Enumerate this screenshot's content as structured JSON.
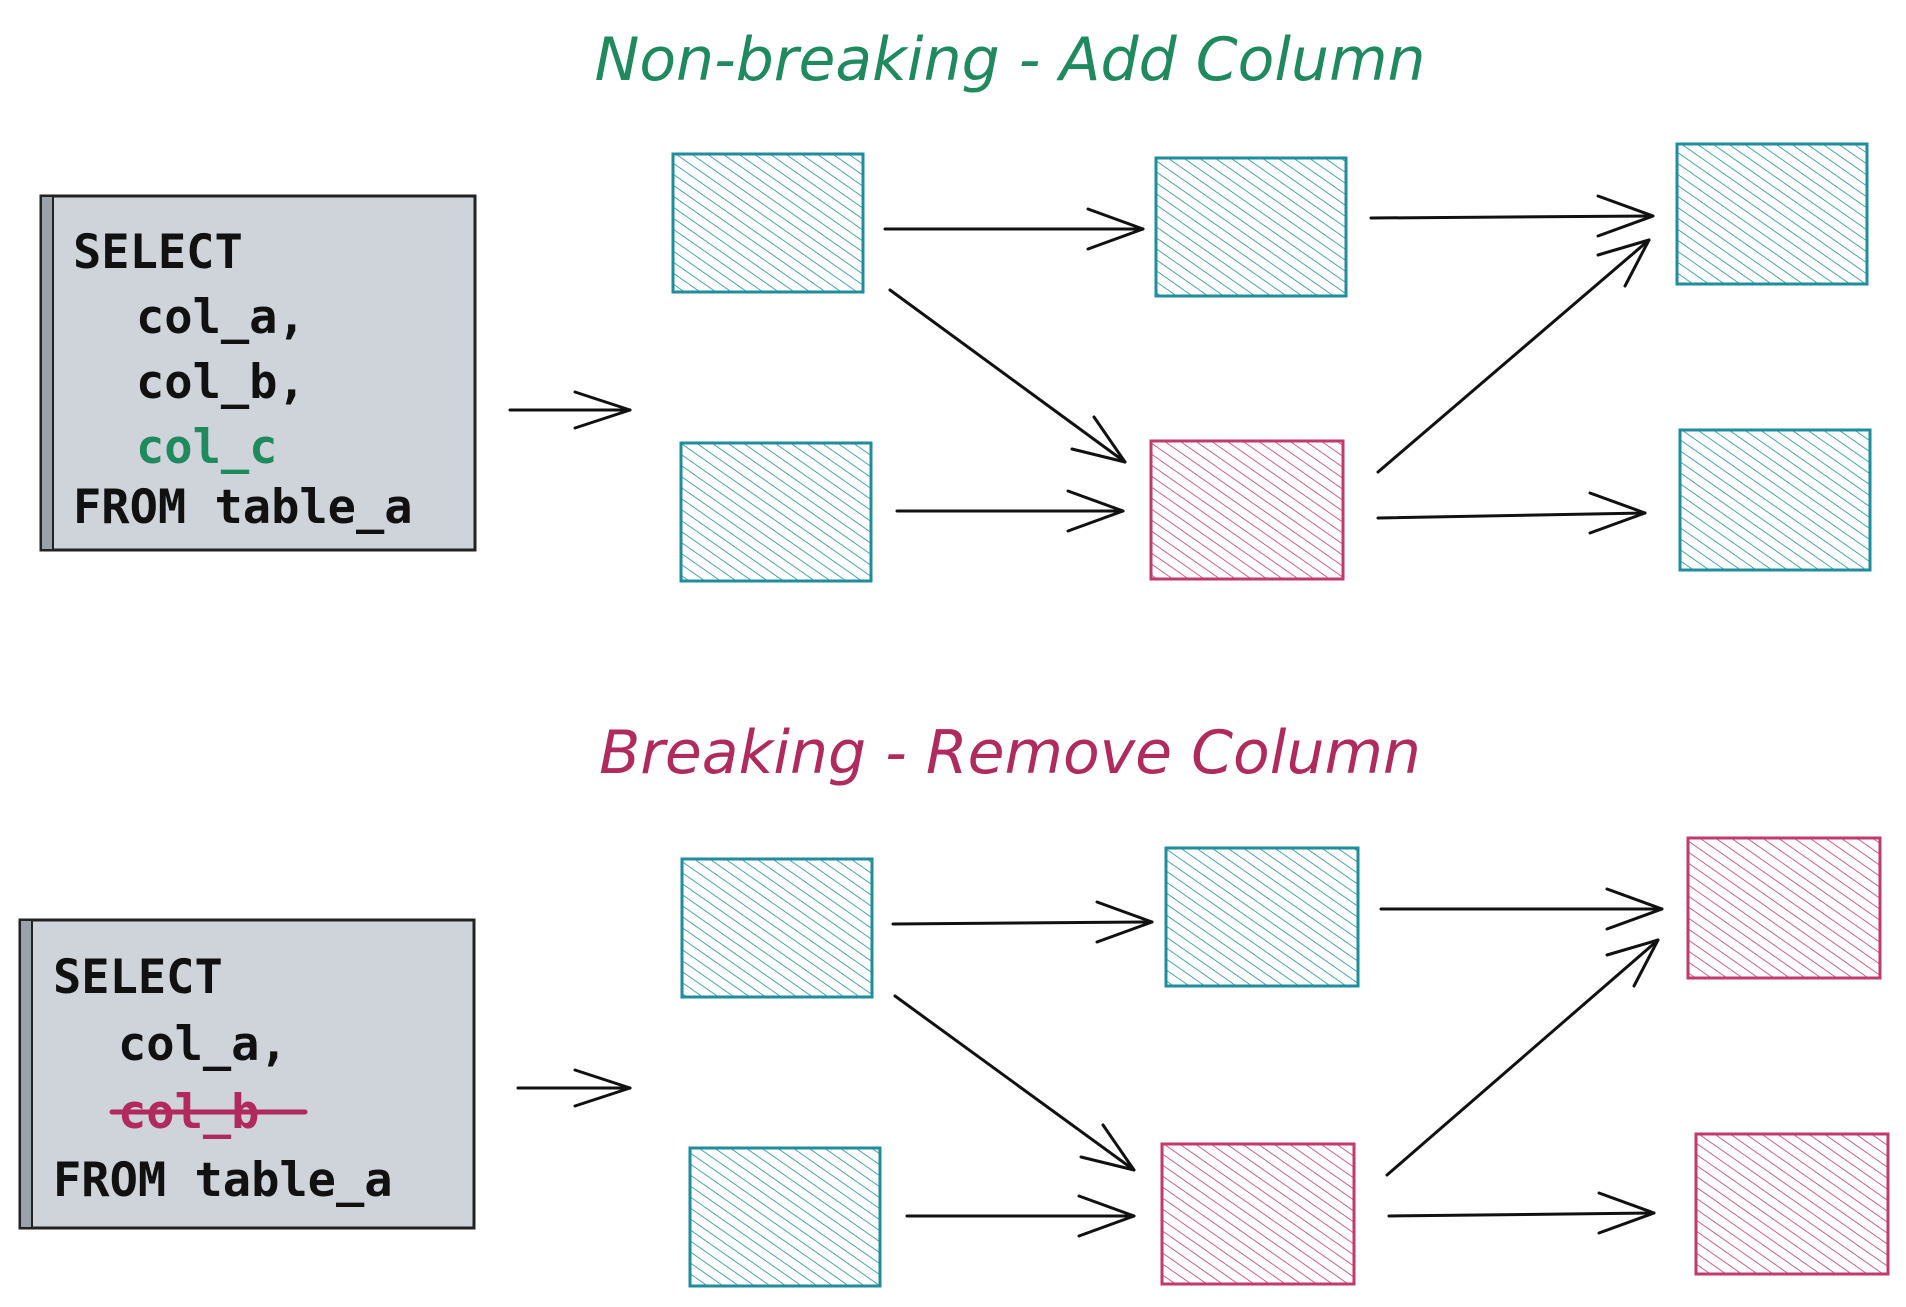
{
  "colors": {
    "teal": "#1e8e9c",
    "pink": "#c23a6c",
    "title_ok": "#1f8a5e",
    "title_break": "#b02a5e",
    "code_bg": "#cfd4db"
  },
  "panels": [
    {
      "id": "non-breaking",
      "title": "Non-breaking - Add Column",
      "title_color": "#1f8a5e",
      "sql_lines": [
        {
          "text": "SELECT",
          "style": "normal",
          "indent": 0
        },
        {
          "text": "col_a,",
          "style": "normal",
          "indent": 1
        },
        {
          "text": "col_b,",
          "style": "normal",
          "indent": 1
        },
        {
          "text": "col_c",
          "style": "added",
          "indent": 1
        },
        {
          "text": "FROM table_a",
          "style": "normal",
          "indent": 0
        }
      ],
      "nodes": [
        {
          "id": "n1",
          "color": "teal"
        },
        {
          "id": "n2",
          "color": "teal"
        },
        {
          "id": "n3",
          "color": "teal"
        },
        {
          "id": "n4",
          "color": "pink"
        },
        {
          "id": "n5",
          "color": "teal"
        },
        {
          "id": "n6",
          "color": "teal"
        }
      ],
      "edges": [
        {
          "from": "n1",
          "to": "n3"
        },
        {
          "from": "n1",
          "to": "n4"
        },
        {
          "from": "n2",
          "to": "n4"
        },
        {
          "from": "n3",
          "to": "n5"
        },
        {
          "from": "n4",
          "to": "n5"
        },
        {
          "from": "n4",
          "to": "n6"
        }
      ]
    },
    {
      "id": "breaking",
      "title": "Breaking - Remove Column",
      "title_color": "#b02a5e",
      "sql_lines": [
        {
          "text": "SELECT",
          "style": "normal",
          "indent": 0
        },
        {
          "text": "col_a,",
          "style": "normal",
          "indent": 1
        },
        {
          "text": "col_b",
          "style": "removed",
          "indent": 1
        },
        {
          "text": "FROM table_a",
          "style": "normal",
          "indent": 0
        }
      ],
      "nodes": [
        {
          "id": "n1",
          "color": "teal"
        },
        {
          "id": "n2",
          "color": "teal"
        },
        {
          "id": "n3",
          "color": "teal"
        },
        {
          "id": "n4",
          "color": "pink"
        },
        {
          "id": "n5",
          "color": "pink"
        },
        {
          "id": "n6",
          "color": "pink"
        }
      ],
      "edges": [
        {
          "from": "n1",
          "to": "n3"
        },
        {
          "from": "n1",
          "to": "n4"
        },
        {
          "from": "n2",
          "to": "n4"
        },
        {
          "from": "n3",
          "to": "n5"
        },
        {
          "from": "n4",
          "to": "n5"
        },
        {
          "from": "n4",
          "to": "n6"
        }
      ]
    }
  ]
}
